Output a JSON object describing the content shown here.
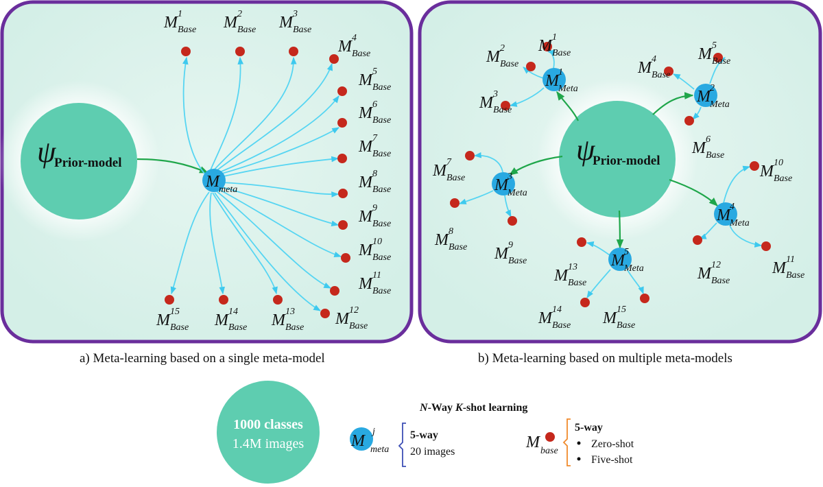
{
  "panel_a": {
    "caption": "a) Meta-learning based on a single meta-model",
    "prior_symbol": "ψ",
    "prior_sub": "Prior-model",
    "meta_M": "M",
    "meta_sub": "meta",
    "base_nodes": [
      {
        "sup": "1"
      },
      {
        "sup": "2"
      },
      {
        "sup": "3"
      },
      {
        "sup": "4"
      },
      {
        "sup": "5"
      },
      {
        "sup": "6"
      },
      {
        "sup": "7"
      },
      {
        "sup": "8"
      },
      {
        "sup": "9"
      },
      {
        "sup": "10"
      },
      {
        "sup": "11"
      },
      {
        "sup": "12"
      },
      {
        "sup": "13"
      },
      {
        "sup": "14"
      },
      {
        "sup": "15"
      }
    ]
  },
  "panel_b": {
    "caption": "b) Meta-learning based on multiple meta-models",
    "prior_symbol": "ψ",
    "prior_sub": "Prior-model",
    "meta_nodes": [
      {
        "sup": "1",
        "sub": "Meta",
        "bases": [
          "1",
          "2",
          "3"
        ]
      },
      {
        "sup": "2",
        "sub": "Meta",
        "bases": [
          "4",
          "5",
          "6"
        ]
      },
      {
        "sup": "3",
        "sub": "Meta",
        "bases": [
          "7",
          "8",
          "9"
        ]
      },
      {
        "sup": "4",
        "sub": "Meta",
        "bases": [
          "10",
          "11",
          "12"
        ]
      },
      {
        "sup": "5",
        "sub": "Meta",
        "bases": [
          "13",
          "14",
          "15"
        ]
      }
    ]
  },
  "base_label": {
    "M": "M",
    "sub": "Base"
  },
  "legend": {
    "dataset_line1": "1000 classes",
    "dataset_line2": "1.4M images",
    "title_n": "N",
    "title_mid": "-Way ",
    "title_k": "K",
    "title_end": "-shot learning",
    "meta_M": "M",
    "meta_sup": "j",
    "meta_sub": "meta",
    "meta_way": "5-way",
    "meta_images": "20 images",
    "base_M": "M",
    "base_sub": "base",
    "base_way": "5-way",
    "base_items": [
      "Zero-shot",
      "Five-shot"
    ]
  },
  "colors": {
    "panel_border": "#6a2e9c",
    "prior_circle": "#5ecdb0",
    "meta_node": "#29a9e1",
    "base_node": "#c5281c",
    "cyan_arrow": "#56d5f2",
    "green_arrow": "#1fa64a",
    "meta_bracket": "#3d4fb5",
    "base_bracket": "#f08a2c"
  }
}
